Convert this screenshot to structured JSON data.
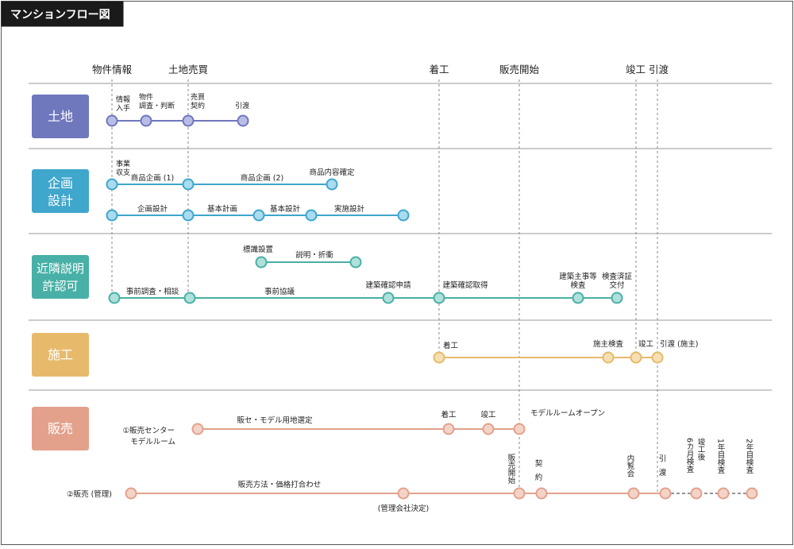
{
  "title": "マンションフロー図",
  "milestones": [
    "物件情報",
    "土地売買",
    "着工",
    "販売開始",
    "竣工 引渡"
  ],
  "rows": {
    "land": {
      "name": "土地",
      "color": "#6f77bd",
      "labels": [
        "情報",
        "入手",
        "物件",
        "調査・判断",
        "売買",
        "契約",
        "引渡"
      ]
    },
    "planning": {
      "name": [
        "企画",
        "設計"
      ],
      "color": "#3fa6cc",
      "labels": [
        "事業",
        "収支",
        "商品企画 (1)",
        "商品企画 (2)",
        "商品内容確定",
        "企画設計",
        "基本計画",
        "基本設計",
        "実施設計"
      ]
    },
    "permits": {
      "name": [
        "近隣説明",
        "許認可"
      ],
      "color": "#48b0a6",
      "labels": [
        "標識設置",
        "説明・折衝",
        "事前調査・相談",
        "事前協議",
        "建築確認申請",
        "建築確認取得",
        "建築主事等",
        "検査",
        "検査済証",
        "交付"
      ]
    },
    "construction": {
      "name": "施工",
      "color": "#e7ba6b",
      "labels": [
        "着工",
        "施主検査",
        "竣工",
        "引渡 (施主)"
      ]
    },
    "sales": {
      "name": "販売",
      "color": "#e3a18c",
      "labels": [
        "①販売センター",
        "モデルルーム",
        "販セ・モデル用地選定",
        "着工",
        "竣工",
        "モデルルームオープン",
        "②販売 (管理)",
        "販売方法・価格打合わせ",
        "(管理会社決定)"
      ],
      "vertical_labels": [
        "販売開始",
        "契約",
        "内覧会",
        "引渡",
        "竣工後",
        "6カ月検査",
        "1年目検査",
        "2年目検査"
      ]
    }
  }
}
